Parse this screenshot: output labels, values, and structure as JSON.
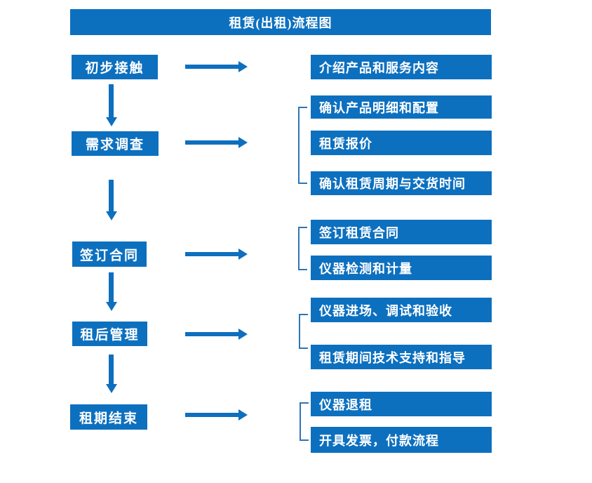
{
  "title": "租赁(出租)流程图",
  "colors": {
    "box_fill": "#0d70bf",
    "arrow": "#0e6fbe",
    "bracket": "#2e75b6",
    "text": "#ffffff",
    "background": "#ffffff"
  },
  "steps": [
    {
      "label": "初步接触",
      "outputs": [
        "介绍产品和服务内容"
      ]
    },
    {
      "label": "需求调查",
      "outputs": [
        "确认产品明细和配置",
        "租赁报价",
        "确认租赁周期与交货时间"
      ]
    },
    {
      "label": "签订合同",
      "outputs": [
        "签订租赁合同",
        "仪器检测和计量"
      ]
    },
    {
      "label": "租后管理",
      "outputs": [
        "仪器进场、调试和验收",
        "租赁期间技术支持和指导"
      ]
    },
    {
      "label": "租期结束",
      "outputs": [
        "仪器退租",
        "开具发票，付款流程"
      ]
    }
  ]
}
